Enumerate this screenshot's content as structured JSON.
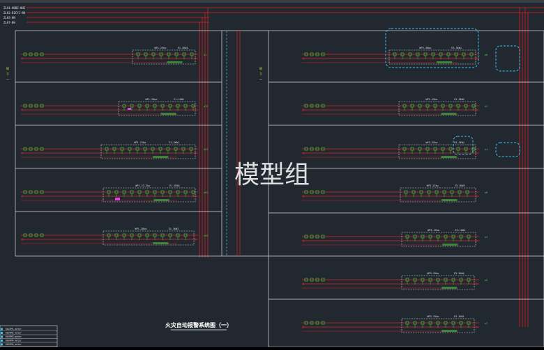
{
  "title": "火灾自动报警系统图（一）",
  "watermark": "模型组",
  "colors": {
    "background": "#212830",
    "frame": "#d9d9d9",
    "wire": "#e02020",
    "device": "#40e040",
    "label": "#e0e0e0",
    "highlight": "#40c0f0",
    "magenta": "#e040e0",
    "yellow": "#e0e040"
  },
  "left_panels": [
    {
      "id": "p1",
      "box_label": "WP1-25kw",
      "box_code": "E1-3KW1",
      "feed": "e1"
    },
    {
      "id": "p2",
      "box_label": "WP1-28kw",
      "box_code": "E1-1KW1",
      "feed": "e15"
    },
    {
      "id": "p3",
      "box_label": "WP1-23kw",
      "box_code": "E1-2KW1",
      "feed": "e23"
    },
    {
      "id": "p4",
      "box_label": "WP1-23-3kw",
      "box_code": "E1-2KW2",
      "feed": "e31"
    },
    {
      "id": "p5",
      "box_label": "WP1-28kw",
      "box_code": "E1-1KW2",
      "feed": "e33"
    }
  ],
  "right_panels": [
    {
      "id": "r1",
      "box_label": "WP3-30kw",
      "box_code": "E3-3KW1",
      "feed": "e6"
    },
    {
      "id": "r2",
      "box_label": "WP3-25kw",
      "box_code": "E3-3KW2",
      "feed": "e2"
    },
    {
      "id": "r3",
      "box_label": "WP3-25kw",
      "box_code": "E3-2KW1",
      "feed": "e4"
    },
    {
      "id": "r4",
      "box_label": "WP3-22kw",
      "box_code": "E3-1KW3",
      "feed": "e8"
    },
    {
      "id": "r5",
      "box_label": "WP3-25kw",
      "box_code": "E3-1KW2",
      "feed": "e3"
    },
    {
      "id": "r6",
      "box_label": "WP3-25kw",
      "box_code": "E3-1KW4",
      "feed": "e5"
    },
    {
      "id": "r7",
      "box_label": "WP3-25kw",
      "box_code": "E3-1KW1",
      "feed": "e7"
    }
  ],
  "legend_rows": [
    "K01FM1_meter",
    "K02FM2_meter",
    "K03FM3_meter",
    "K04FM4_meter",
    "K05FM5_meter"
  ],
  "top_header": [
    "ZLH1-HDBZ-NH2",
    "ZLH2-BZCYJ-NH",
    "ZLH3-NH",
    "ZLH7-NH"
  ]
}
